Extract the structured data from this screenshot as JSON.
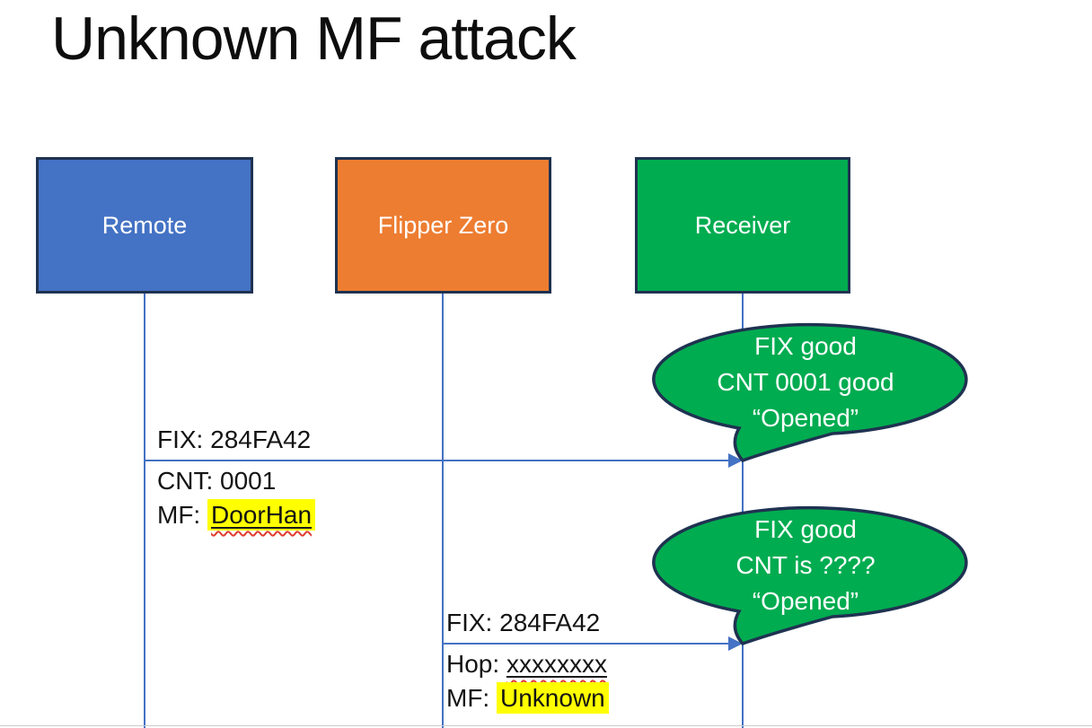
{
  "slide": {
    "title": "Unknown MF attack"
  },
  "actors": [
    {
      "label": "Remote",
      "fill": "#4472C4"
    },
    {
      "label": "Flipper Zero",
      "fill": "#ED7D31"
    },
    {
      "label": "Receiver",
      "fill": "#00AC50"
    }
  ],
  "messages": [
    {
      "from": "Remote",
      "to": "Receiver",
      "above": "FIX: 284FA42",
      "below": [
        {
          "prefix": "CNT: ",
          "value": "0001",
          "highlight": false,
          "underline": false,
          "squiggle": false
        },
        {
          "prefix": "MF: ",
          "value": "DoorHan",
          "highlight": true,
          "underline": true,
          "squiggle": true
        }
      ]
    },
    {
      "from": "Flipper Zero",
      "to": "Receiver",
      "above": "FIX: 284FA42",
      "below": [
        {
          "prefix": "Hop: ",
          "value": "xxxxxxxx",
          "highlight": false,
          "underline": true,
          "squiggle": true
        },
        {
          "prefix": "MF: ",
          "value": "Unknown",
          "highlight": true,
          "underline": false,
          "squiggle": false
        }
      ]
    }
  ],
  "callouts": [
    {
      "speaker": "Receiver",
      "lines": [
        "FIX good",
        "CNT 0001 good",
        "“Opened”"
      ]
    },
    {
      "speaker": "Receiver",
      "lines": [
        "FIX good",
        "CNT is ????",
        "“Opened”"
      ]
    }
  ],
  "colors": {
    "actor_border": "#1F3251",
    "callout_fill": "#00AC50",
    "callout_border": "#1F3251",
    "line": "#4472C4",
    "highlight": "#FFFF00",
    "squiggle": "#E03C31",
    "text": "#141414",
    "actor_text": "#FFFFFF"
  }
}
